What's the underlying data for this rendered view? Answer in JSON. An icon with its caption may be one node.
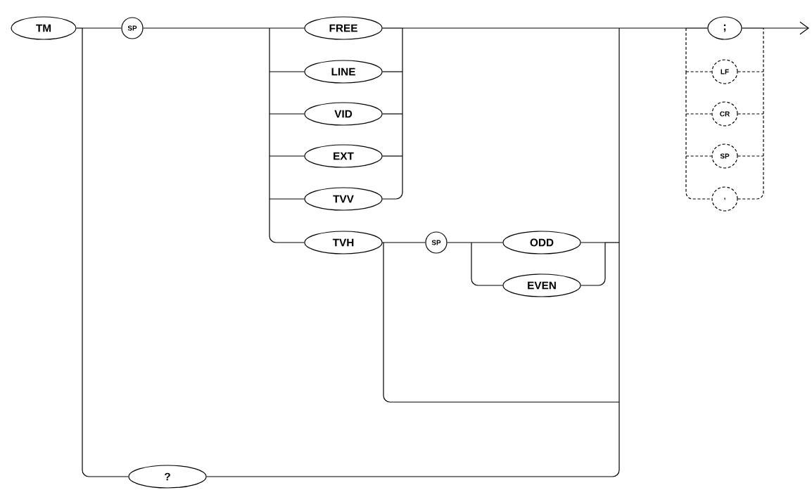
{
  "diagram": {
    "nodes": [
      {
        "text": [
          "TM"
        ]
      },
      {
        "text": [
          "SP"
        ]
      },
      {
        "text": [
          "FREE"
        ]
      },
      {
        "text": [
          "LINE"
        ]
      },
      {
        "text": [
          "VID"
        ]
      },
      {
        "text": [
          "EXT"
        ]
      },
      {
        "text": [
          "TVV"
        ]
      },
      {
        "text": [
          "TVH"
        ]
      },
      {
        "text": [
          "SP"
        ]
      },
      {
        "text": [
          "ODD"
        ]
      },
      {
        "text": [
          "EVEN"
        ]
      },
      {
        "text": [
          "?"
        ]
      },
      {
        "text": [
          ";"
        ]
      },
      {
        "text": [
          "LF"
        ]
      },
      {
        "text": [
          "CR"
        ]
      },
      {
        "text": [
          "SP"
        ]
      },
      {
        "text": [
          ","
        ]
      }
    ],
    "edges": [
      {
        "from": 0,
        "to": 1,
        "arrow": "none"
      },
      {
        "from": 0,
        "to": 11,
        "arrow": "none"
      },
      {
        "from": 1,
        "to": 2,
        "arrow": "none"
      },
      {
        "from": 1,
        "to": 3,
        "arrow": "none"
      },
      {
        "from": 1,
        "to": 4,
        "arrow": "none"
      },
      {
        "from": 1,
        "to": 5,
        "arrow": "none"
      },
      {
        "from": 1,
        "to": 6,
        "arrow": "none"
      },
      {
        "from": 1,
        "to": 7,
        "arrow": "none"
      },
      {
        "from": 7,
        "to": 8,
        "arrow": "none"
      },
      {
        "from": 8,
        "to": 9,
        "arrow": "none"
      },
      {
        "from": 8,
        "to": 10,
        "arrow": "none"
      },
      {
        "from": 2,
        "to": 12,
        "arrow": "none"
      },
      {
        "from": 2,
        "to": 13,
        "arrow": "none"
      },
      {
        "from": 2,
        "to": 14,
        "arrow": "none"
      },
      {
        "from": 2,
        "to": 15,
        "arrow": "none"
      },
      {
        "from": 2,
        "to": 16,
        "arrow": "none"
      },
      {
        "from": 3,
        "to": 12,
        "arrow": "none"
      },
      {
        "from": 3,
        "to": 13,
        "arrow": "none"
      },
      {
        "from": 3,
        "to": 14,
        "arrow": "none"
      },
      {
        "from": 3,
        "to": 15,
        "arrow": "none"
      },
      {
        "from": 3,
        "to": 16,
        "arrow": "none"
      },
      {
        "from": 4,
        "to": 12,
        "arrow": "none"
      },
      {
        "from": 4,
        "to": 13,
        "arrow": "none"
      },
      {
        "from": 4,
        "to": 14,
        "arrow": "none"
      },
      {
        "from": 4,
        "to": 15,
        "arrow": "none"
      },
      {
        "from": 4,
        "to": 16,
        "arrow": "none"
      },
      {
        "from": 5,
        "to": 12,
        "arrow": "none"
      },
      {
        "from": 5,
        "to": 13,
        "arrow": "none"
      },
      {
        "from": 5,
        "to": 14,
        "arrow": "none"
      },
      {
        "from": 5,
        "to": 15,
        "arrow": "none"
      },
      {
        "from": 5,
        "to": 16,
        "arrow": "none"
      },
      {
        "from": 6,
        "to": 12,
        "arrow": "none"
      },
      {
        "from": 6,
        "to": 13,
        "arrow": "none"
      },
      {
        "from": 6,
        "to": 14,
        "arrow": "none"
      },
      {
        "from": 6,
        "to": 15,
        "arrow": "none"
      },
      {
        "from": 6,
        "to": 16,
        "arrow": "none"
      },
      {
        "from": 7,
        "to": 12,
        "arrow": "none"
      },
      {
        "from": 7,
        "to": 13,
        "arrow": "none"
      },
      {
        "from": 7,
        "to": 14,
        "arrow": "none"
      },
      {
        "from": 7,
        "to": 15,
        "arrow": "none"
      },
      {
        "from": 7,
        "to": 16,
        "arrow": "none"
      },
      {
        "from": 9,
        "to": 12,
        "arrow": "none"
      },
      {
        "from": 9,
        "to": 13,
        "arrow": "none"
      },
      {
        "from": 9,
        "to": 14,
        "arrow": "none"
      },
      {
        "from": 9,
        "to": 15,
        "arrow": "none"
      },
      {
        "from": 9,
        "to": 16,
        "arrow": "none"
      },
      {
        "from": 10,
        "to": 12,
        "arrow": "none"
      },
      {
        "from": 10,
        "to": 13,
        "arrow": "none"
      },
      {
        "from": 10,
        "to": 14,
        "arrow": "none"
      },
      {
        "from": 10,
        "to": 15,
        "arrow": "none"
      },
      {
        "from": 10,
        "to": 16,
        "arrow": "none"
      },
      {
        "from": 11,
        "to": 12,
        "arrow": "none"
      },
      {
        "from": 11,
        "to": 13,
        "arrow": "none"
      },
      {
        "from": 11,
        "to": 14,
        "arrow": "none"
      },
      {
        "from": 11,
        "to": 15,
        "arrow": "none"
      },
      {
        "from": 11,
        "to": 16,
        "arrow": "none"
      },
      {
        "from": 12,
        "to": null,
        "arrow": "to"
      },
      {
        "from": 13,
        "to": null,
        "arrow": "to"
      },
      {
        "from": 14,
        "to": null,
        "arrow": "to"
      },
      {
        "from": 15,
        "to": null,
        "arrow": "to"
      },
      {
        "from": 16,
        "to": null,
        "arrow": "to",
        "style": "dashed"
      }
    ]
  }
}
